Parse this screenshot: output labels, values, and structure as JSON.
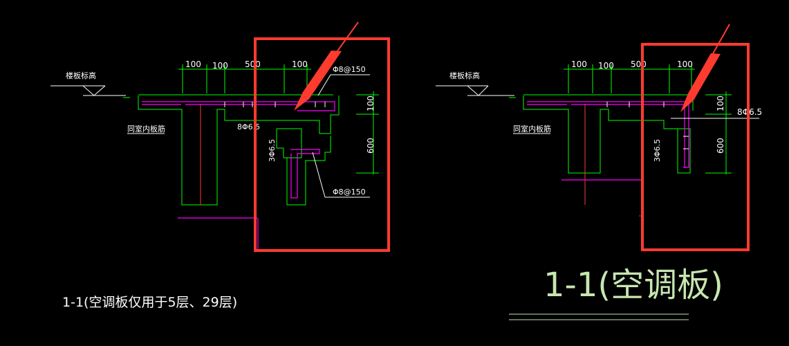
{
  "left_detail": {
    "floor_elevation_label": "楼板标高",
    "slab_rebar_label": "同室内板筋",
    "dims_top": [
      "100",
      "100",
      "500",
      "100"
    ],
    "rebar_top": "Φ8@150",
    "rebar_bottom": "Φ8@150",
    "rebar_dist": "8Φ6.5",
    "rebar_vert": "3Φ6.5",
    "dim_100": "100",
    "dim_600": "600",
    "title": "1-1(空调板仅用于5层、29层)"
  },
  "right_detail": {
    "floor_elevation_label": "楼板标高",
    "slab_rebar_label": "同室内板筋",
    "dims_top": [
      "100",
      "100",
      "500",
      "100"
    ],
    "rebar_dist": "8Φ6.5",
    "rebar_vert": "3Φ6.5",
    "dim_100": "100",
    "dim_600": "600",
    "title": "1-1(空调板)"
  },
  "colors": {
    "background": "#000000",
    "cad_green": "#00ff00",
    "cad_magenta": "#ff00ff",
    "cad_white": "#ffffff",
    "cad_red": "#ff3b30",
    "highlight_red": "#ff3b30"
  }
}
